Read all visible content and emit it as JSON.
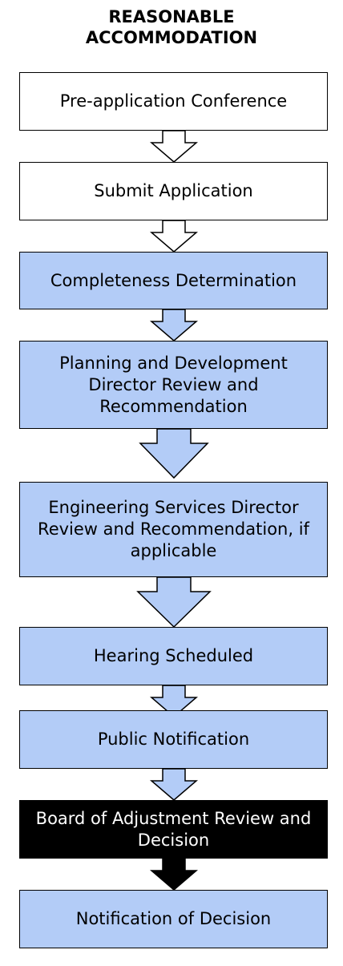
{
  "title": {
    "line1": "REASONABLE",
    "line2": "ACCOMMODATION"
  },
  "steps": [
    {
      "label": "Pre-application Conference"
    },
    {
      "label": "Submit Application"
    },
    {
      "label": "Completeness Determination"
    },
    {
      "label": "Planning and Development Director Review and Recommendation"
    },
    {
      "label": "Engineering Services Director Review and Recommendation, if applicable"
    },
    {
      "label": "Hearing Scheduled"
    },
    {
      "label": "Public Notification"
    },
    {
      "label": "Board of Adjustment Review and Decision"
    },
    {
      "label": "Notification of Decision"
    }
  ],
  "colors": {
    "white_fill": "#ffffff",
    "blue_fill": "#b3ccf7",
    "black_fill": "#000000",
    "outline": "#000000"
  }
}
